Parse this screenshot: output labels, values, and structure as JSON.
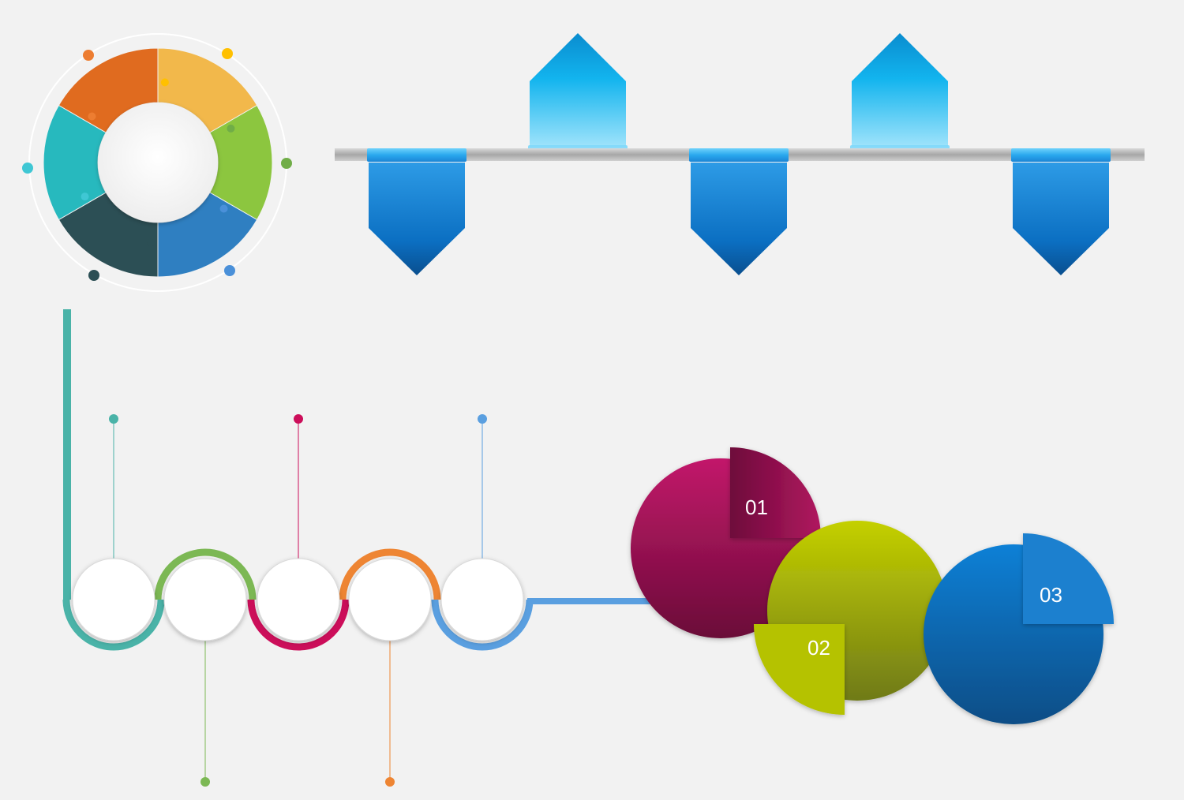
{
  "colors": {
    "background": "#f2f2f2",
    "ring_segments": [
      "#f2b84b",
      "#8cc63f",
      "#2f7fc1",
      "#2c4f55",
      "#27b9be",
      "#e06b1f"
    ],
    "ring_dots": [
      "#ffc000",
      "#70ad47",
      "#4a90d9",
      "#2c4f55",
      "#3fc7d4",
      "#ed7d31"
    ],
    "banner_blue": "#1a7fd4",
    "banner_light": "#3ec1f0",
    "bar_gray": "#b7b7b7",
    "chain": [
      "#4ab3a8",
      "#7cb854",
      "#cc0e5a",
      "#ee8533",
      "#5a9fe0"
    ],
    "circle_magenta": "#b01762",
    "circle_olive": "#b5c200",
    "circle_blue": "#0d74c8"
  },
  "icons": {
    "ring": "segmented-donut-ring",
    "banners": "hanging-arrow-banners",
    "chain": "wavy-circle-chain",
    "circles": "numbered-quarter-circles"
  },
  "labels": {
    "first": "01",
    "second": "02",
    "third": "03"
  }
}
